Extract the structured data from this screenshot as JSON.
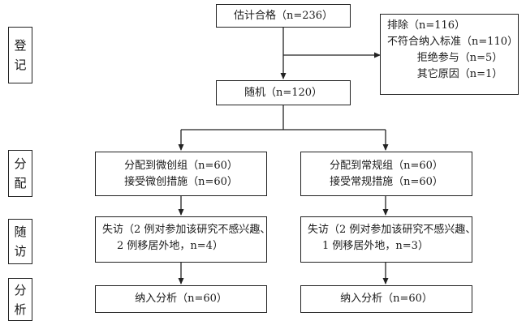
{
  "stages": {
    "registration": [
      "登",
      "记"
    ],
    "allocation": [
      "分",
      "配"
    ],
    "follow_up": [
      "随",
      "访"
    ],
    "analysis": [
      "分",
      "析"
    ]
  },
  "nodes": {
    "eligible": "估计合格（n=236）",
    "excluded": {
      "title": "排除（n=116）",
      "items": [
        "不符合纳入标准（n=110）",
        "拒绝参与（n=5）",
        "其它原因（n=1）"
      ]
    },
    "randomized": "随机（n=120）",
    "alloc_micro": [
      "分配到微创组（n=60）",
      "接受微创措施（n=60）"
    ],
    "alloc_conventional": [
      "分配到常规组（n=60）",
      "接受常规措施（n=60）"
    ],
    "lost_micro": [
      "失访（2 例对参加该研究不感兴趣、",
      "2 例移居外地，n=4）"
    ],
    "lost_conventional": [
      "失访（2 例对参加该研究不感兴趣、",
      "1 例移居外地，n=3）"
    ],
    "analyzed_micro": "纳入分析（n=60）",
    "analyzed_conventional": "纳入分析（n=60）"
  }
}
